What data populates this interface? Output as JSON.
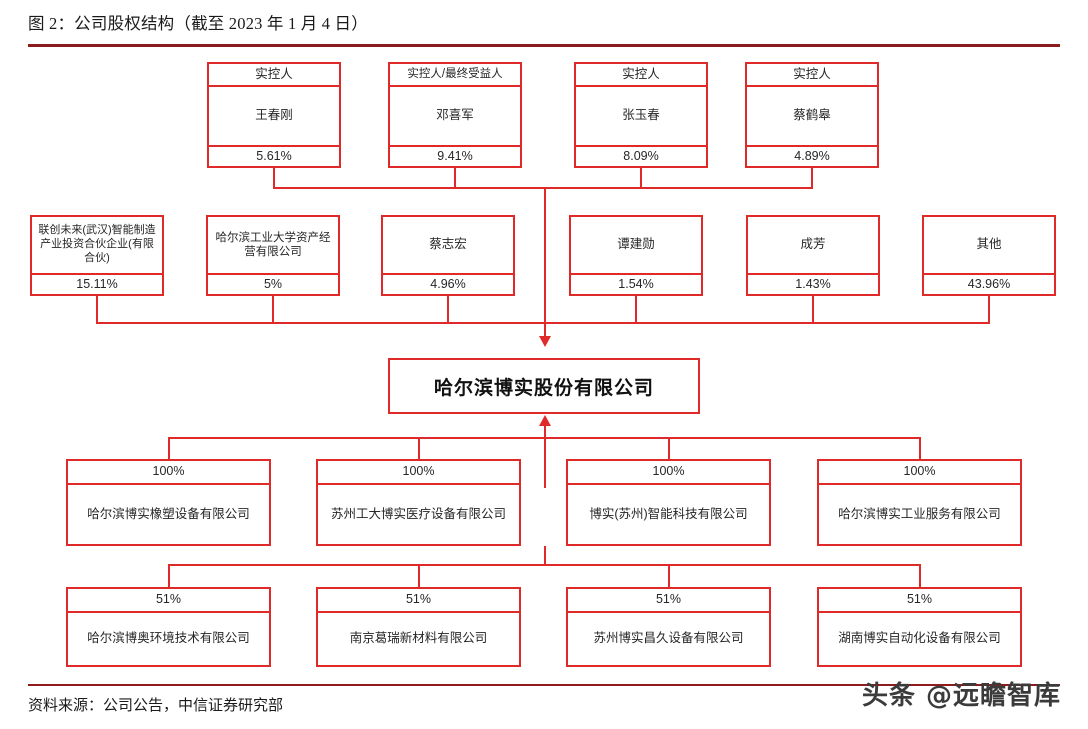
{
  "figure": {
    "title": "图 2：公司股权结构（截至 2023 年 1 月 4 日）",
    "source": "资料来源：公司公告，中信证券研究部",
    "watermark": "头条 @远瞻智库",
    "accent_color": "#e02a2a",
    "rule_color": "#8d1b1b"
  },
  "chart_data": {
    "type": "diagram",
    "title": "图 2：公司股权结构（截至 2023 年 1 月 4 日）",
    "center": "哈尔滨博实股份有限公司",
    "controllers": [
      {
        "role": "实控人",
        "name": "王春刚",
        "stake": "5.61%"
      },
      {
        "role": "实控人/最终受益人",
        "name": "邓喜军",
        "stake": "9.41%"
      },
      {
        "role": "实控人",
        "name": "张玉春",
        "stake": "8.09%"
      },
      {
        "role": "实控人",
        "name": "蔡鹤皋",
        "stake": "4.89%"
      }
    ],
    "shareholders": [
      {
        "name": "联创未来(武汉)智能制造产业投资合伙企业(有限合伙)",
        "stake": "15.11%"
      },
      {
        "name": "哈尔滨工业大学资产经营有限公司",
        "stake": "5%"
      },
      {
        "name": "蔡志宏",
        "stake": "4.96%"
      },
      {
        "name": "谭建勋",
        "stake": "1.54%"
      },
      {
        "name": "成芳",
        "stake": "1.43%"
      },
      {
        "name": "其他",
        "stake": "43.96%"
      }
    ],
    "subsidiaries_row1": [
      {
        "stake": "100%",
        "name": "哈尔滨博实橡塑设备有限公司"
      },
      {
        "stake": "100%",
        "name": "苏州工大博实医疗设备有限公司"
      },
      {
        "stake": "100%",
        "name": "博实(苏州)智能科技有限公司"
      },
      {
        "stake": "100%",
        "name": "哈尔滨博实工业服务有限公司"
      }
    ],
    "subsidiaries_row2": [
      {
        "stake": "51%",
        "name": "哈尔滨博奥环境技术有限公司"
      },
      {
        "stake": "51%",
        "name": "南京葛瑞新材料有限公司"
      },
      {
        "stake": "51%",
        "name": "苏州博实昌久设备有限公司"
      },
      {
        "stake": "51%",
        "name": "湖南博实自动化设备有限公司"
      }
    ]
  }
}
